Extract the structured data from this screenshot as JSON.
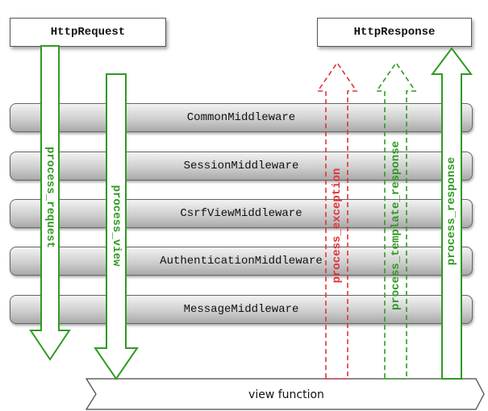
{
  "request_box": "HttpRequest",
  "response_box": "HttpResponse",
  "middlewares": [
    "CommonMiddleware",
    "SessionMiddleware",
    "CsrfViewMiddleware",
    "AuthenticationMiddleware",
    "MessageMiddleware"
  ],
  "arrows": {
    "process_request": "process_request",
    "process_view": "process_view",
    "process_exception": "process_exception",
    "process_template_response": "process_template_response",
    "process_response": "process_response"
  },
  "view_function": "view function",
  "colors": {
    "green": "#2f9a21",
    "red": "#e2323a",
    "box_border": "#555555"
  }
}
